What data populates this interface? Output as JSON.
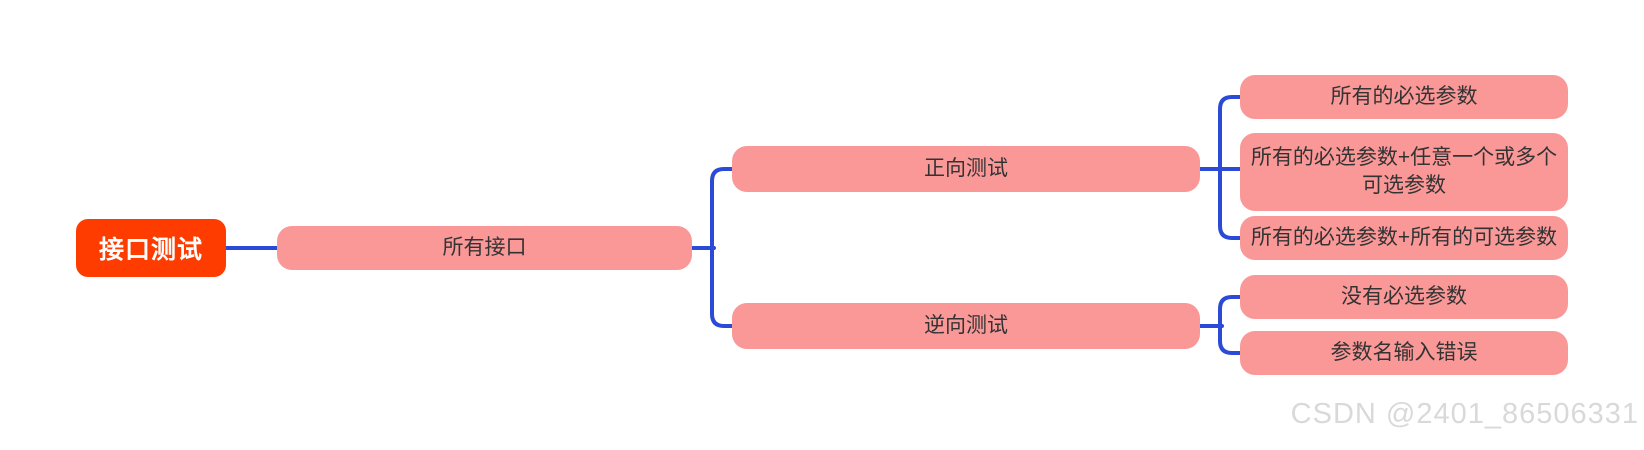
{
  "mindmap": {
    "root": {
      "label": "接口测试"
    },
    "level1": {
      "label": "所有接口"
    },
    "branches": [
      {
        "label": "正向测试",
        "children": [
          {
            "label": "所有的必选参数"
          },
          {
            "label": "所有的必选参数+任意一个或多个可选参数"
          },
          {
            "label": "所有的必选参数+所有的可选参数"
          }
        ]
      },
      {
        "label": "逆向测试",
        "children": [
          {
            "label": "没有必选参数"
          },
          {
            "label": "参数名输入错误"
          }
        ]
      }
    ]
  },
  "watermark": {
    "text": "CSDN @2401_86506331"
  },
  "colors": {
    "canvas_bg": "#FFFFFF",
    "root_bg": "#FF3C00",
    "root_text": "#FFFFFF",
    "node_bg": "#FA9898",
    "node_text": "#333333",
    "connector": "#2B4AD5",
    "watermark": "#D9D9D9"
  }
}
